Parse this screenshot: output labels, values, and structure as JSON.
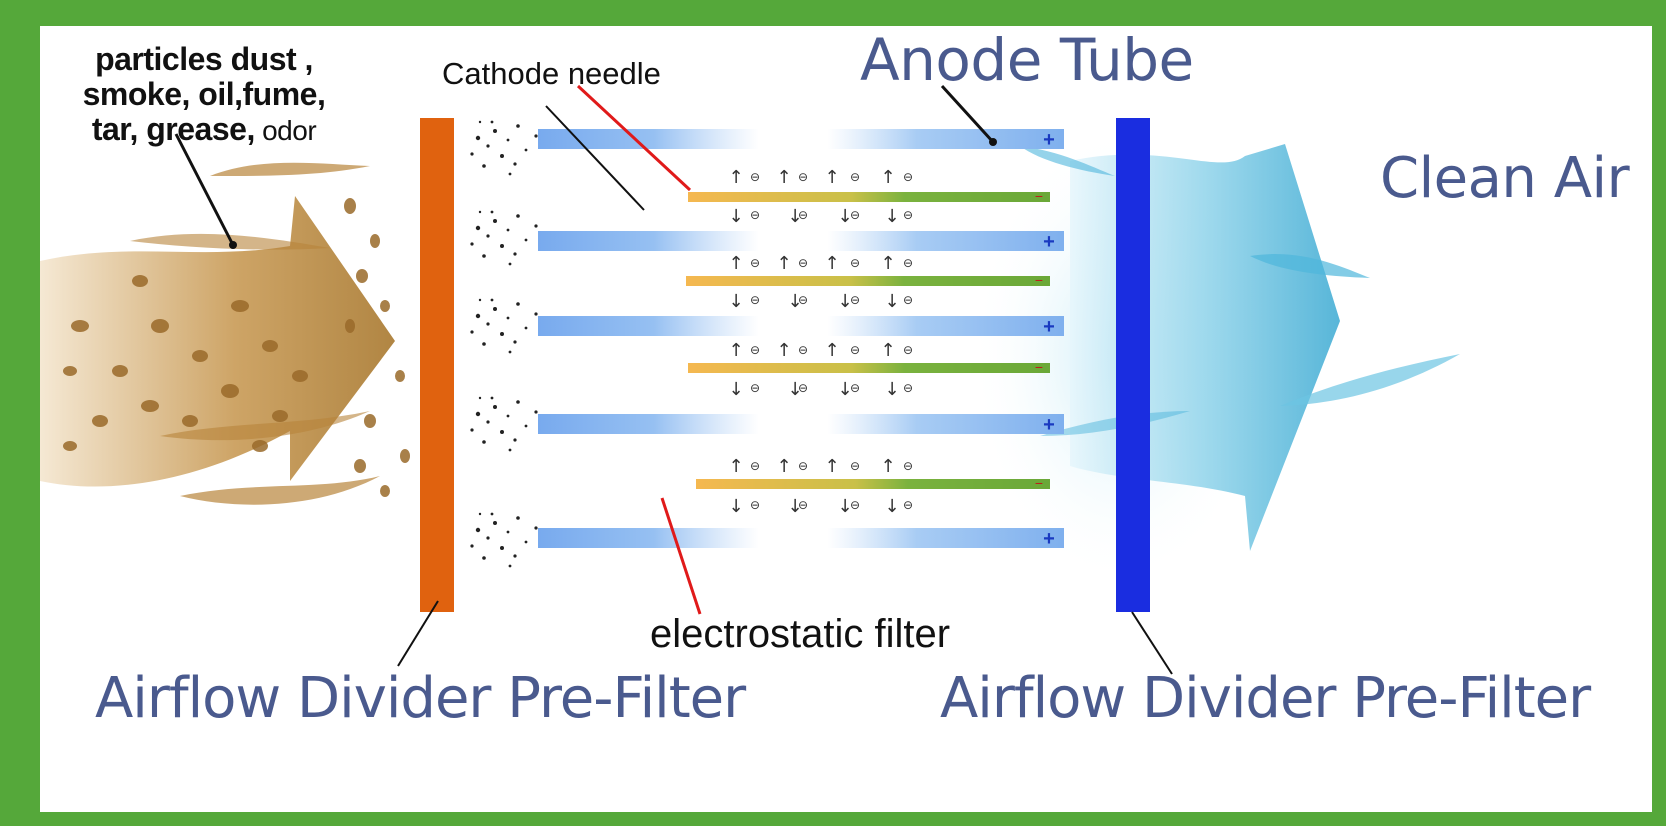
{
  "labels": {
    "particles_line1": "particles dust ,",
    "particles_line2": "smoke,   oil,fume,",
    "particles_line3_bold": "tar, grease,",
    "particles_line3_small": " odor",
    "cathode_needle": "Cathode needle",
    "anode_tube": "Anode Tube",
    "clean_air": "Clean Air",
    "electrostatic_filter": "electrostatic filter",
    "divider_left": "Airflow Divider Pre-Filter",
    "divider_right": "Airflow Divider Pre-Filter"
  },
  "symbols": {
    "plus": "+",
    "minus": "−",
    "electron": "⊖",
    "arrow_up": "↑",
    "arrow_down": "↓"
  },
  "colors": {
    "border": "#55a83a",
    "label_blue": "#4a5a8e",
    "pre_filter_left": "#e0620f",
    "pre_filter_right": "#1a2de0",
    "anode_tube": "#7fb0ee",
    "cathode_orange": "#f5b850",
    "cathode_green": "#6aa838",
    "dirty_air": "#b8843a",
    "clean_air": "#4fb6dc",
    "pointer_red": "#e01a1a"
  },
  "icons": [
    "plus-icon",
    "minus-icon",
    "electron-icon",
    "arrow-up-icon",
    "arrow-down-icon"
  ]
}
